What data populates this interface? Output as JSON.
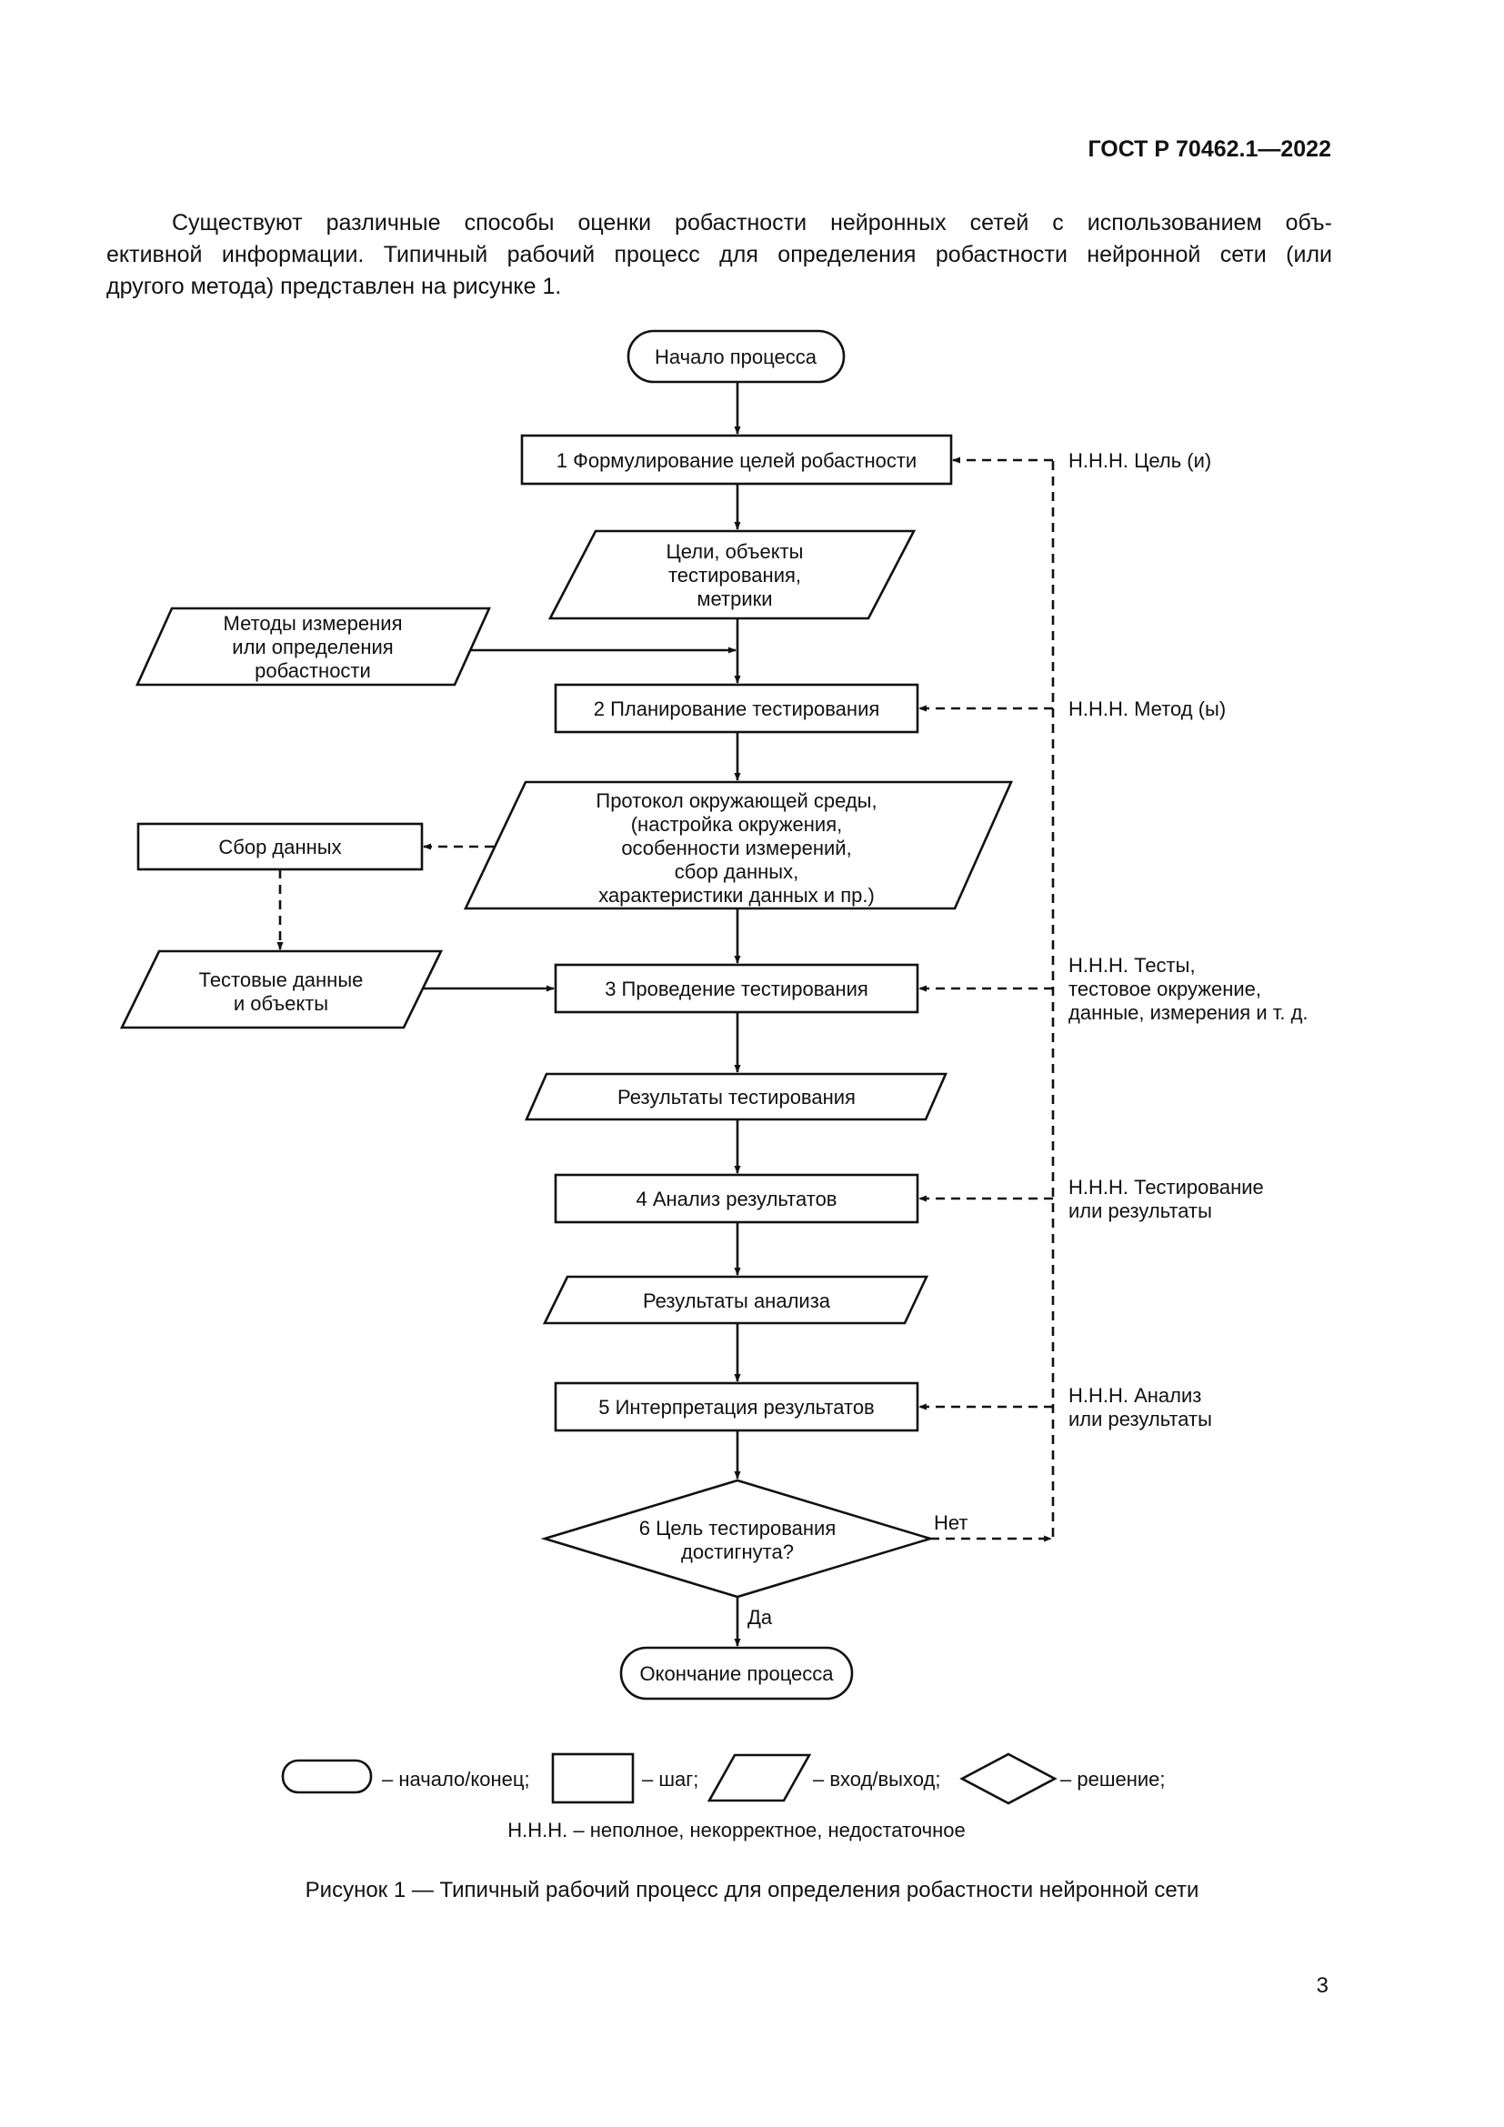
{
  "header": {
    "doc_id": "ГОСТ Р 70462.1—2022"
  },
  "intro": {
    "line1": "Существуют различные способы оценки робастности нейронных сетей с использованием объ-",
    "line2": "ективной информации. Типичный рабочий процесс для определения робастности нейронной сети (или",
    "line3": "другого метода) представлен на рисунке 1."
  },
  "flowchart": {
    "start": "Начало процесса",
    "step1": "1 Формулирование целей робастности",
    "goals": [
      "Цели, объекты",
      "тестирования,",
      "метрики"
    ],
    "methods": [
      "Методы измерения",
      "или определения",
      "робастности"
    ],
    "step2": "2 Планирование тестирования",
    "protocol": [
      "Протокол окружающей среды,",
      "(настройка окружения,",
      "особенности измерений,",
      "сбор данных,",
      "характеристики данных и пр.)"
    ],
    "data_collection": "Сбор данных",
    "test_data": [
      "Тестовые данные",
      "и объекты"
    ],
    "step3": "3 Проведение тестирования",
    "test_results": "Результаты тестирования",
    "step4": "4 Анализ результатов",
    "analysis_results": "Результаты анализа",
    "step5": "5 Интерпретация результатов",
    "decision": [
      "6 Цель тестирования",
      "достигнута?"
    ],
    "no_label": "Нет",
    "yes_label": "Да",
    "end": "Окончание процесса",
    "notes": {
      "n1": [
        "Н.Н.Н. Цель (и)"
      ],
      "n2": [
        "Н.Н.Н. Метод (ы)"
      ],
      "n3": [
        "Н.Н.Н. Тесты,",
        "тестовое окружение,",
        "данные, измерения и т. д."
      ],
      "n4": [
        "Н.Н.Н. Тестирование",
        "или результаты"
      ],
      "n5": [
        "Н.Н.Н. Анализ",
        "или результаты"
      ]
    }
  },
  "legend": {
    "terminal": "– начало/конец;",
    "step": "– шаг;",
    "io": "– вход/выход;",
    "decision": "– решение;",
    "abbr": "Н.Н.Н. – неполное, некорректное, недостаточное"
  },
  "caption": "Рисунок 1 — Типичный рабочий процесс для определения робастности нейронной сети",
  "page_number": "3"
}
